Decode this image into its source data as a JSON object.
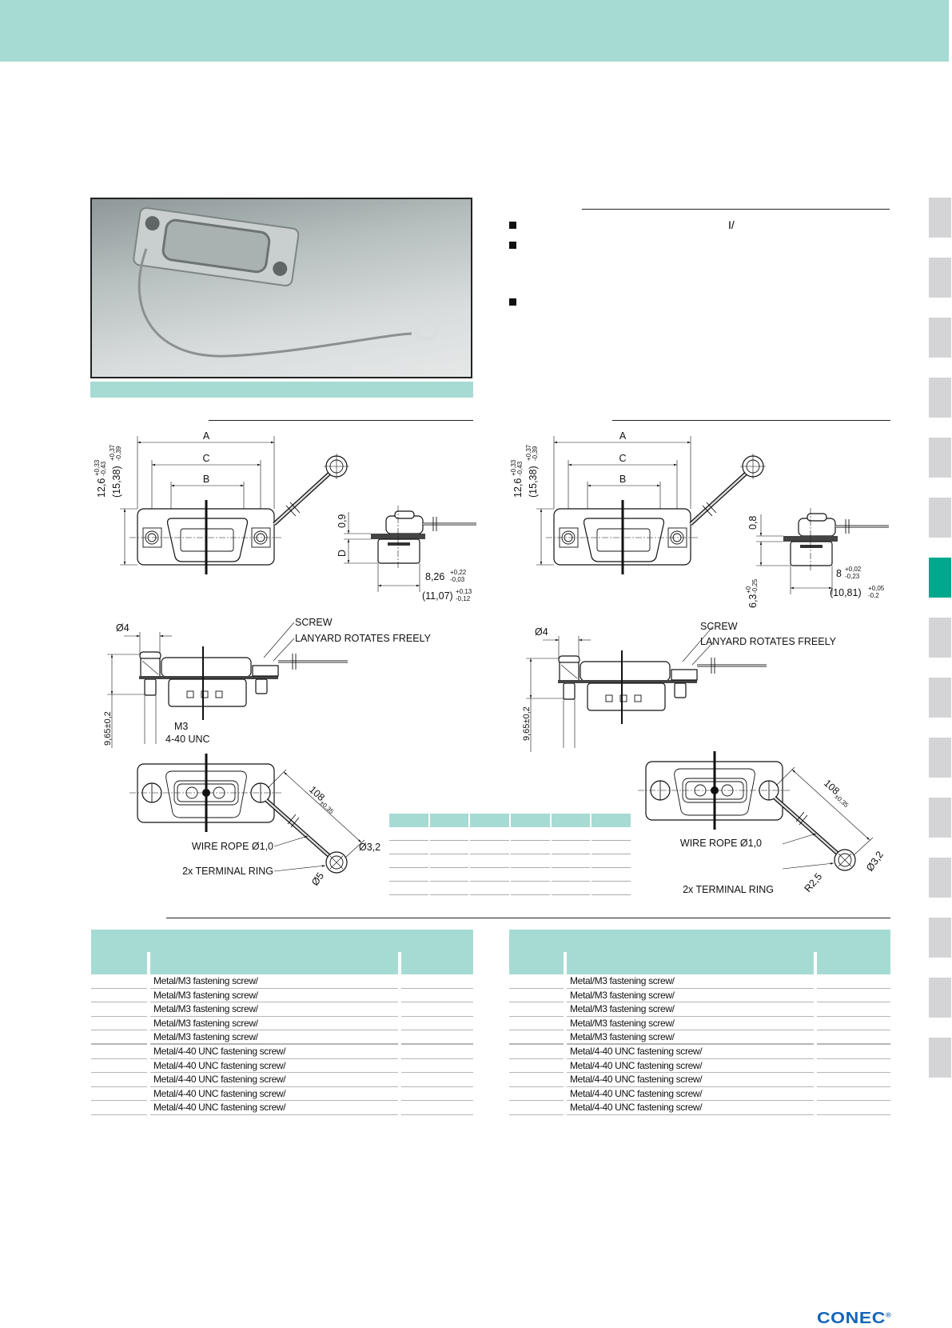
{
  "features": {
    "bullet_fragment": "I/"
  },
  "drawings": {
    "left": {
      "dim_a": "A",
      "dim_b": "B",
      "dim_c": "C",
      "height_nominal": "12,6",
      "height_tol_plus": "+0,33",
      "height_tol_minus": "-0,43",
      "height_ref": "(15,38)",
      "height_ref_plus": "+0,37",
      "height_ref_minus": "-0,39",
      "flange": "0,9",
      "depth": "D",
      "width": "8,26",
      "width_tol_plus": "+0,22",
      "width_tol_minus": "-0,03",
      "width_ref": "(11,07)",
      "width_ref_plus": "+0,13",
      "width_ref_minus": "-0,12",
      "screw": "SCREW",
      "lanyard": "LANYARD ROTATES FREELY",
      "screw_diameter": "Ø4",
      "side_height": "9,65±0,2",
      "thread_metric": "M3",
      "thread_unc": "4-40 UNC",
      "length": "108",
      "length_tol": "±0,35",
      "ring_hole": "Ø3,2",
      "wire": "WIRE ROPE Ø1,0",
      "ring": "2x TERMINAL RING",
      "ring_outer": "Ø5"
    },
    "right": {
      "dim_a": "A",
      "dim_b": "B",
      "dim_c": "C",
      "height_nominal": "12,6",
      "height_tol_plus": "+0,33",
      "height_tol_minus": "-0,43",
      "height_ref": "(15,38)",
      "height_ref_plus": "+0,37",
      "height_ref_minus": "-0,39",
      "flange": "0,8",
      "depth": "6,3",
      "depth_tol_plus": "+0",
      "depth_tol_minus": "-0,25",
      "width": "8",
      "width_tol_plus": "+0,02",
      "width_tol_minus": "-0,23",
      "width_ref": "(10,81)",
      "width_ref_plus": "+0,05",
      "width_ref_minus": "-0,2",
      "screw": "SCREW",
      "lanyard": "LANYARD ROTATES FREELY",
      "screw_diameter": "Ø4",
      "side_height": "9,65±0,2",
      "length": "108",
      "length_tol": "±0,35",
      "ring_hole": "Ø3,2",
      "wire": "WIRE ROPE Ø1,0",
      "ring": "2x TERMINAL RING",
      "ring_outer": "R2,5"
    }
  },
  "tables": {
    "left": {
      "rows": [
        "Metal/M3 fastening screw/",
        "Metal/M3 fastening screw/",
        "Metal/M3 fastening screw/",
        "Metal/M3 fastening screw/",
        "Metal/M3 fastening screw/",
        "Metal/4-40 UNC fastening screw/",
        "Metal/4-40 UNC fastening screw/",
        "Metal/4-40 UNC fastening screw/",
        "Metal/4-40 UNC fastening screw/",
        "Metal/4-40 UNC fastening screw/"
      ]
    },
    "right": {
      "rows": [
        "Metal/M3 fastening screw/",
        "Metal/M3 fastening screw/",
        "Metal/M3 fastening screw/",
        "Metal/M3 fastening screw/",
        "Metal/M3 fastening screw/",
        "Metal/4-40 UNC fastening screw/",
        "Metal/4-40 UNC fastening screw/",
        "Metal/4-40 UNC fastening screw/",
        "Metal/4-40 UNC fastening screw/",
        "Metal/4-40 UNC fastening screw/"
      ]
    }
  },
  "side_tabs": {
    "count": 15,
    "active_index": 6
  },
  "colors": {
    "band": "#a6dbd3",
    "active_tab": "#00a88e",
    "tab": "#d4d4d6",
    "logo": "#1565b8"
  },
  "logo": {
    "text": "CONEC",
    "mark": "®"
  }
}
